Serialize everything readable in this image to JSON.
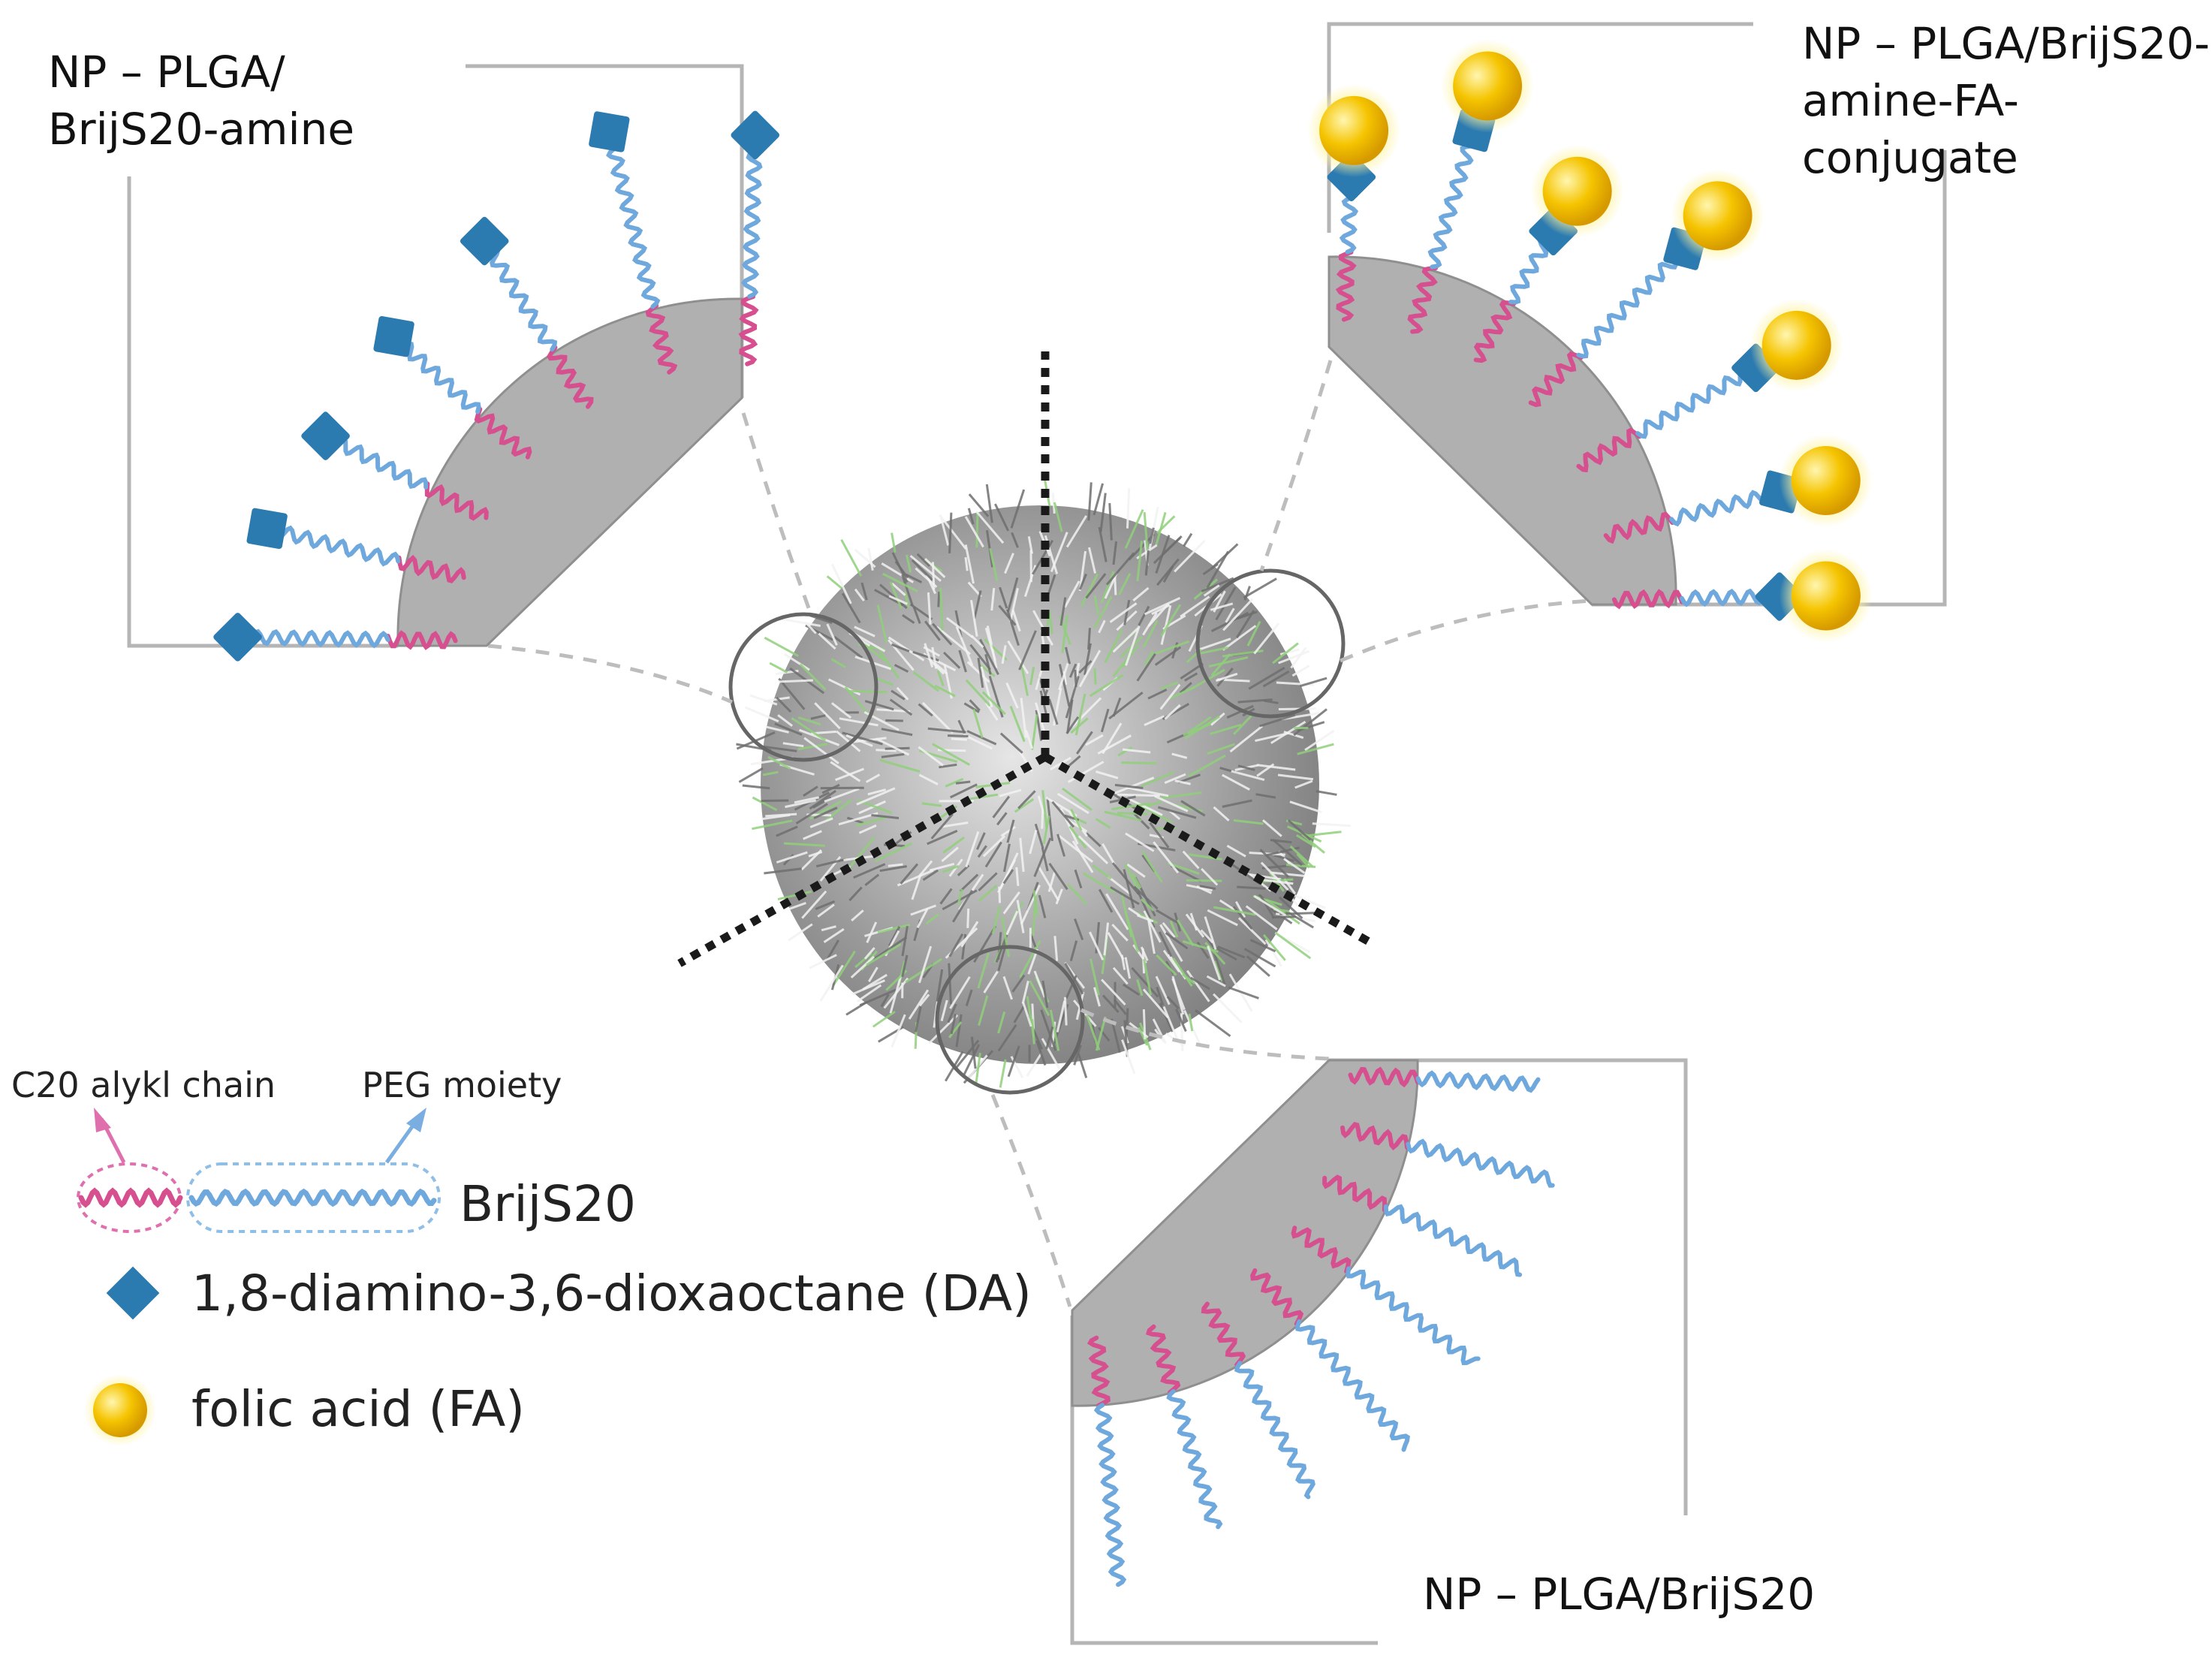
{
  "panels": {
    "amine": {
      "title_line1": "NP – PLGA/",
      "title_line2": "BrijS20-amine"
    },
    "fa": {
      "title_line1": "NP – PLGA/BrijS20-",
      "title_line2": "amine-FA-conjugate"
    },
    "plain": {
      "title": "NP – PLGA/BrijS20"
    }
  },
  "legend": {
    "alkyl_label": "C20 alykl chain",
    "peg_label": "PEG moiety",
    "brij_label": "BrijS20",
    "da_label": "1,8-diamino-3,6-dioxaoctane (DA)",
    "fa_label": "folic acid (FA)"
  },
  "colors": {
    "alkyl": "#d64f8f",
    "peg": "#6fa8dc",
    "da": "#2c7bb0",
    "fa": "#f2b705",
    "core": "#b0b0b0",
    "frame": "#b5b5b5"
  }
}
